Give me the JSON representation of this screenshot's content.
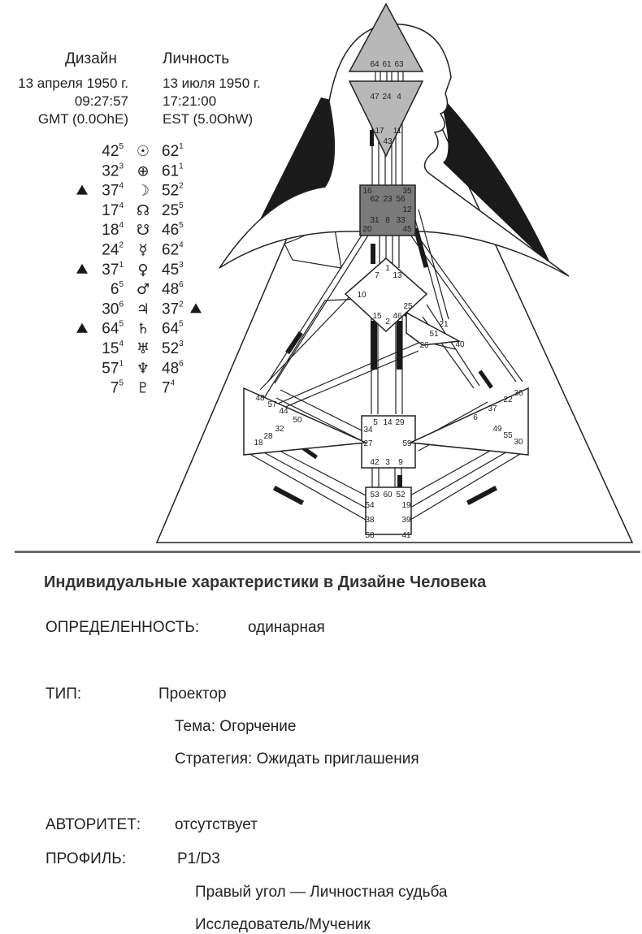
{
  "header": {
    "design_label": "Дизайн",
    "personality_label": "Личность",
    "design_date": "13 апреля 1950 г.",
    "design_time": "09:27:57",
    "design_zone": "GMT (0.0OhE)",
    "personality_date": "13 июля 1950 г.",
    "personality_time": "17:21:00",
    "personality_zone": "EST (5.0OhW)"
  },
  "planets": [
    {
      "symbol": "☉",
      "design_gate": "42",
      "design_line": "5",
      "design_arrow": false,
      "pers_gate": "62",
      "pers_line": "1",
      "pers_arrow": false
    },
    {
      "symbol": "⊕",
      "design_gate": "32",
      "design_line": "3",
      "design_arrow": false,
      "pers_gate": "61",
      "pers_line": "1",
      "pers_arrow": false
    },
    {
      "symbol": "☽",
      "design_gate": "37",
      "design_line": "4",
      "design_arrow": true,
      "pers_gate": "52",
      "pers_line": "2",
      "pers_arrow": false
    },
    {
      "symbol": "☊",
      "design_gate": "17",
      "design_line": "4",
      "design_arrow": false,
      "pers_gate": "25",
      "pers_line": "5",
      "pers_arrow": false
    },
    {
      "symbol": "☋",
      "design_gate": "18",
      "design_line": "4",
      "design_arrow": false,
      "pers_gate": "46",
      "pers_line": "5",
      "pers_arrow": false
    },
    {
      "symbol": "☿",
      "design_gate": "24",
      "design_line": "2",
      "design_arrow": false,
      "pers_gate": "62",
      "pers_line": "4",
      "pers_arrow": false
    },
    {
      "symbol": "♀",
      "design_gate": "37",
      "design_line": "1",
      "design_arrow": true,
      "pers_gate": "45",
      "pers_line": "3",
      "pers_arrow": false
    },
    {
      "symbol": "♂",
      "design_gate": "6",
      "design_line": "5",
      "design_arrow": false,
      "pers_gate": "48",
      "pers_line": "6",
      "pers_arrow": false
    },
    {
      "symbol": "♃",
      "design_gate": "30",
      "design_line": "6",
      "design_arrow": false,
      "pers_gate": "37",
      "pers_line": "2",
      "pers_arrow": true
    },
    {
      "symbol": "♄",
      "design_gate": "64",
      "design_line": "5",
      "design_arrow": true,
      "pers_gate": "64",
      "pers_line": "5",
      "pers_arrow": false
    },
    {
      "symbol": "♅",
      "design_gate": "15",
      "design_line": "4",
      "design_arrow": false,
      "pers_gate": "52",
      "pers_line": "3",
      "pers_arrow": false
    },
    {
      "symbol": "♆",
      "design_gate": "57",
      "design_line": "1",
      "design_arrow": false,
      "pers_gate": "48",
      "pers_line": "6",
      "pers_arrow": false
    },
    {
      "symbol": "♇",
      "design_gate": "7",
      "design_line": "5",
      "design_arrow": false,
      "pers_gate": "7",
      "pers_line": "4",
      "pers_arrow": false
    }
  ],
  "gates": [
    {
      "n": "64"
    },
    {
      "n": "61"
    },
    {
      "n": "63"
    },
    {
      "n": "47"
    },
    {
      "n": "24"
    },
    {
      "n": "4"
    },
    {
      "n": "17"
    },
    {
      "n": "11"
    },
    {
      "n": "43"
    },
    {
      "n": "16"
    },
    {
      "n": "35"
    },
    {
      "n": "62"
    },
    {
      "n": "23"
    },
    {
      "n": "56"
    },
    {
      "n": "12"
    },
    {
      "n": "31"
    },
    {
      "n": "8"
    },
    {
      "n": "33"
    },
    {
      "n": "20"
    },
    {
      "n": "45"
    },
    {
      "n": "1"
    },
    {
      "n": "7"
    },
    {
      "n": "13"
    },
    {
      "n": "10"
    },
    {
      "n": "25"
    },
    {
      "n": "15"
    },
    {
      "n": "2"
    },
    {
      "n": "46"
    },
    {
      "n": "21"
    },
    {
      "n": "51"
    },
    {
      "n": "26"
    },
    {
      "n": "40"
    },
    {
      "n": "48"
    },
    {
      "n": "57"
    },
    {
      "n": "44"
    },
    {
      "n": "50"
    },
    {
      "n": "32"
    },
    {
      "n": "28"
    },
    {
      "n": "18"
    },
    {
      "n": "34"
    },
    {
      "n": "5"
    },
    {
      "n": "14"
    },
    {
      "n": "29"
    },
    {
      "n": "27"
    },
    {
      "n": "59"
    },
    {
      "n": "42"
    },
    {
      "n": "3"
    },
    {
      "n": "9"
    },
    {
      "n": "53"
    },
    {
      "n": "60"
    },
    {
      "n": "52"
    },
    {
      "n": "54"
    },
    {
      "n": "38"
    },
    {
      "n": "58"
    },
    {
      "n": "19"
    },
    {
      "n": "39"
    },
    {
      "n": "41"
    },
    {
      "n": "6"
    },
    {
      "n": "37"
    },
    {
      "n": "22"
    },
    {
      "n": "36"
    },
    {
      "n": "49"
    },
    {
      "n": "55"
    },
    {
      "n": "30"
    }
  ],
  "info": {
    "title": "Индивидуальные характеристики в Дизайне Человека",
    "definition_label": "ОПРЕДЕЛЕННОСТЬ:",
    "definition_value": "одинарная",
    "type_label": "ТИП:",
    "type_value": "Проектор",
    "theme": "Тема: Огорчение",
    "strategy": "Стратегия: Ожидать приглашения",
    "authority_label": "АВТОРИТЕТ:",
    "authority_value": "отсутствует",
    "profile_label": "ПРОФИЛЬ:",
    "profile_value": "P1/D3",
    "cross": "Правый угол — Личностная судьба",
    "profile_names": "Исследователь/Мученик"
  },
  "colors": {
    "center_fill": "#7a7a7a",
    "head_fill": "#b8b8b8",
    "black": "#1a1a1a",
    "red_channel": "#555555"
  }
}
